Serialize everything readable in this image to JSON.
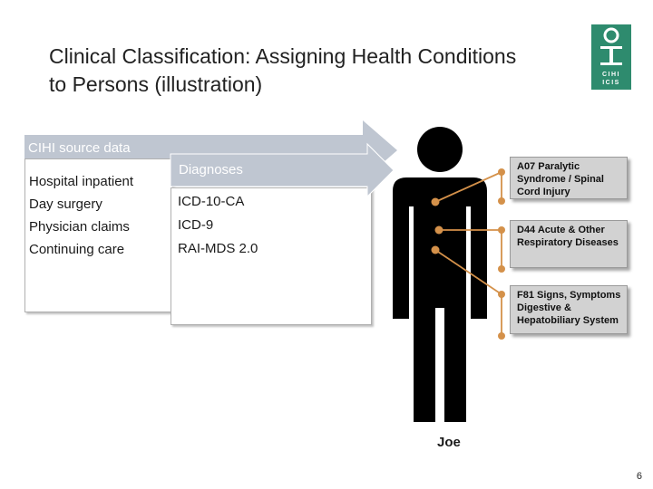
{
  "slide": {
    "title": "Clinical Classification: Assigning Health Conditions to Persons (illustration)",
    "page_number": "6"
  },
  "logo": {
    "text_line1": "CIHI",
    "text_line2": "ICIS"
  },
  "source_arrow": {
    "label": "CIHI source data",
    "items": [
      "Hospital inpatient",
      "Day surgery",
      "Physician claims",
      "Continuing care"
    ]
  },
  "diagnoses_arrow": {
    "label": "Diagnoses",
    "items": [
      "ICD-10-CA",
      "ICD-9",
      "RAI-MDS 2.0"
    ]
  },
  "callouts": [
    "A07 Paralytic Syndrome / Spinal Cord Injury",
    "D44 Acute & Other Respiratory Diseases",
    "F81 Signs, Symptoms Digestive & Hepatobiliary System"
  ],
  "person": {
    "name": "Joe"
  },
  "colors": {
    "arrow": "#bfc6d1",
    "connector": "#d4914a",
    "logo": "#2e8b6e"
  }
}
